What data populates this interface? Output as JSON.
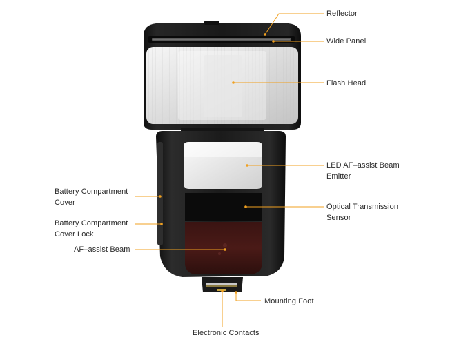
{
  "callouts": {
    "reflector": {
      "lines": [
        "Reflector"
      ]
    },
    "wide_panel": {
      "lines": [
        "Wide Panel"
      ]
    },
    "flash_head": {
      "lines": [
        "Flash Head"
      ]
    },
    "led_af_assist": {
      "lines": [
        "LED AF–assist Beam",
        "Emitter"
      ]
    },
    "optical_sensor": {
      "lines": [
        "Optical Transmission",
        "Sensor"
      ]
    },
    "battery_cover": {
      "lines": [
        "Battery Compartment",
        "Cover"
      ]
    },
    "battery_cover_lock": {
      "lines": [
        "Battery Compartment",
        "Cover Lock"
      ]
    },
    "af_assist_beam": {
      "lines": [
        "AF–assist Beam"
      ]
    },
    "mounting_foot": {
      "lines": [
        "Mounting Foot"
      ]
    },
    "electronic_contacts": {
      "lines": [
        "Electronic Contacts"
      ]
    }
  },
  "colors": {
    "leader_line": "#f0a020",
    "label_text": "#2b2b2b",
    "body_dark": "#1a1a1a"
  }
}
